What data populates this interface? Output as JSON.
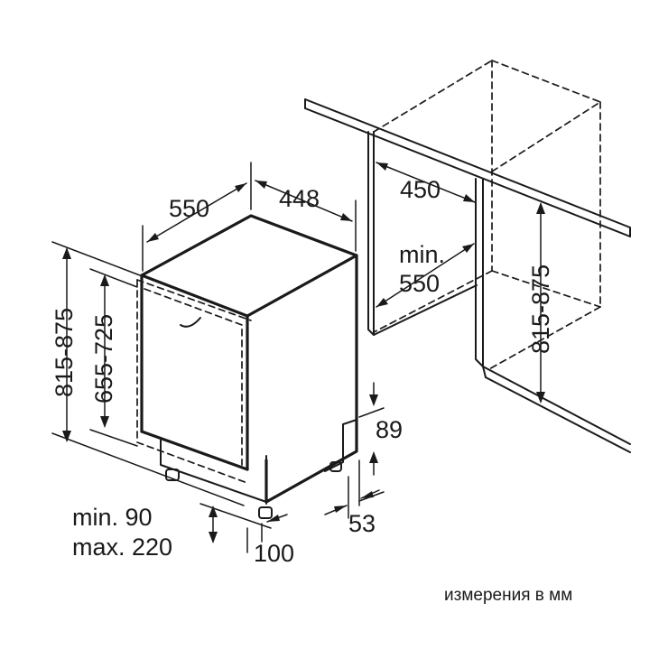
{
  "dimensions": {
    "depth": "550",
    "width": "448",
    "height_total": "815-875",
    "height_front": "655-725",
    "niche_width": "450",
    "niche_depth_min": "min.",
    "niche_depth_value": "550",
    "niche_height": "815-875",
    "plinth_height": "89",
    "plinth_setback": "53",
    "foot_min": "min. 90",
    "foot_max": "max. 220",
    "foot_offset": "100"
  },
  "caption": "измерения в мм",
  "colors": {
    "line": "#1a1a1a",
    "background": "#ffffff"
  }
}
